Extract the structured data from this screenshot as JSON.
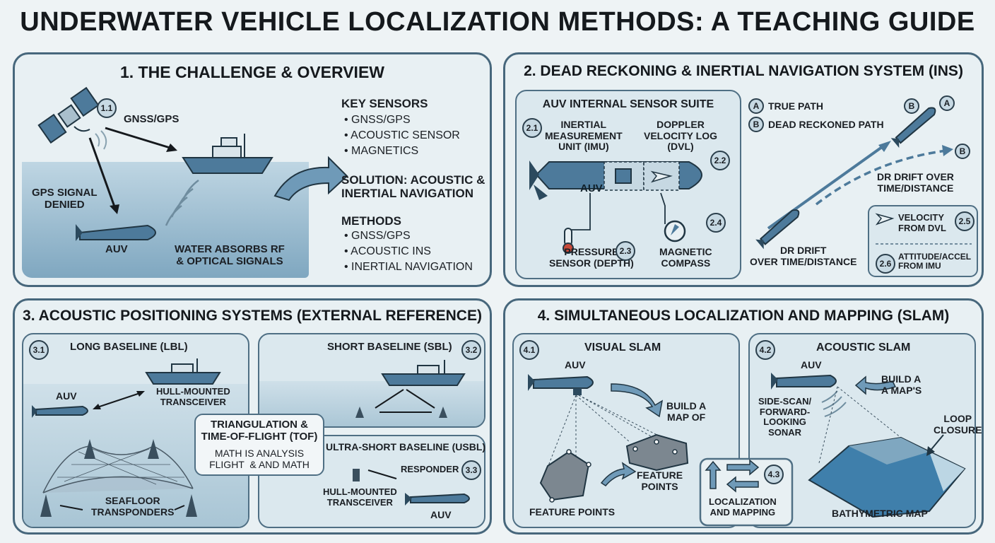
{
  "title": "UNDERWATER VEHICLE LOCALIZATION METHODS: A TEACHING GUIDE",
  "colors": {
    "border": "#47677c",
    "panel_bg": "#e8f0f3",
    "water": "#7fa7c0",
    "vehicle": "#4d7a9b",
    "text": "#1b1f24"
  },
  "panel1": {
    "title": "1. THE CHALLENGE & OVERVIEW",
    "badge": "1.1",
    "gnss_label": "GNSS/GPS",
    "gps_denied": "GPS SIGNAL\nDENIED",
    "auv": "AUV",
    "water_absorbs": "WATER ABSORBS RF\n& OPTICAL SIGNALS",
    "key_sensors_title": "KEY SENSORS",
    "key_sensors": [
      "GNSS/GPS",
      "ACOUSTIC SENSOR",
      "MAGNETICS"
    ],
    "solution": "SOLUTION: ACOUSTIC &\nINERTIAL NAVIGATION",
    "methods_title": "METHODS",
    "methods": [
      "GNSS/GPS",
      "ACOUSTIC INS",
      "INERTIAL NAVIGATION"
    ]
  },
  "panel2": {
    "title": "2. DEAD RECKONING & INERTIAL NAVIGATION SYSTEM (INS)",
    "suite_title": "AUV INTERNAL SENSOR SUITE",
    "imu_badge": "2.1",
    "imu": "INERTIAL\nMEASUREMENT\nUNIT (IMU)",
    "dvl": "DOPPLER\nVELOCITY LOG\n(DVL)",
    "dvl_badge": "2.2",
    "auv": "AUV",
    "pressure": "PRESSURE\nSENSOR (DEPTH)",
    "pressure_badge": "2.3",
    "compass": "MAGNETIC\nCOMPASS",
    "compass_badge": "2.4",
    "legend_a_badge": "A",
    "legend_a": "TRUE PATH",
    "legend_b_badge": "B",
    "legend_b": "DEAD RECKONED PATH",
    "path_b_top": "B",
    "path_a_top": "A",
    "path_b_right": "B",
    "drift_right": "DR DRIFT OVER\nTIME/DISTANCE",
    "drift_bottom": "DR DRIFT\nOVER TIME/DISTANCE",
    "velocity": "VELOCITY\nFROM DVL",
    "velocity_badge": "2.5",
    "attitude": "ATTITUDE/ACCEL\nFROM IMU",
    "attitude_badge": "2.6"
  },
  "panel3": {
    "title": "3. ACOUSTIC POSITIONING SYSTEMS (EXTERNAL REFERENCE)",
    "lbl_badge": "3.1",
    "lbl_title": "LONG BASELINE (LBL)",
    "lbl_auv": "AUV",
    "hull": "HULL-MOUNTED\nTRANSCEIVER",
    "seafloor": "SEAFLOOR\nTRANSPONDERS",
    "tof_title": "TRIANGULATION &\nTIME-OF-FLIGHT (TOF)",
    "tof_body": "MATH IS ANALYSIS\nFLIGHT  & AND MATH",
    "sbl_title": "SHORT BASELINE (SBL)",
    "sbl_badge": "3.2",
    "usbl_title": "ULTRA-SHORT BASELINE (USBL)",
    "responder": "RESPONDER",
    "usbl_badge": "3.3",
    "usbl_hull": "HULL-MOUNTED\nTRANSCEIVER",
    "usbl_auv": "AUV"
  },
  "panel4": {
    "title": "4. SIMULTANEOUS LOCALIZATION AND MAPPING (SLAM)",
    "visual_badge": "4.1",
    "visual_title": "VISUAL SLAM",
    "visual_auv": "AUV",
    "build_map": "BUILD A\nMAP OF",
    "feature_points_right": "FEATURE\nPOINTS",
    "feature_points_bottom": "FEATURE POINTS",
    "loc_badge": "4.3",
    "loc_mapping": "LOCALIZATION\nAND MAPPING",
    "acoustic_badge": "4.2",
    "acoustic_title": "ACOUSTIC SLAM",
    "acoustic_auv": "AUV",
    "build_maps": "BUILD A\nA MAP'S",
    "sonar": "SIDE-SCAN/\nFORWARD-\nLOOKING\nSONAR",
    "loop": "LOOP\nCLOSURE",
    "bathy": "BATHYMETRIC MAP"
  }
}
